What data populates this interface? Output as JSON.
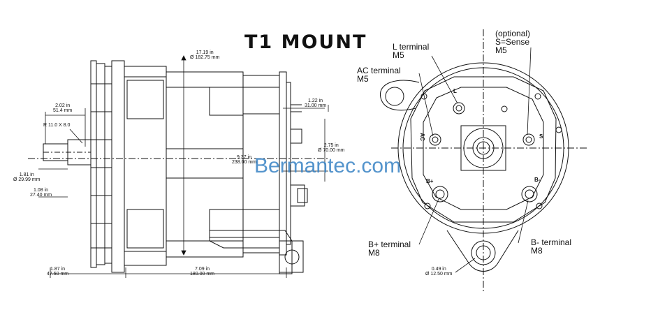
{
  "title": "T1 MOUNT",
  "watermark": "Bermantec.com",
  "dimensions": {
    "d_1719": {
      "line1": "17.19 in",
      "line2": "Ø 182.75 mm"
    },
    "d_202": {
      "line1": "2.02 in",
      "line2": "51.4 mm"
    },
    "d_r11": {
      "line1": "R 11.0 X 8.0"
    },
    "d_122": {
      "line1": "1.22 in",
      "line2": "31.00 mm"
    },
    "d_275": {
      "line1": "2.75 in",
      "line2": "Ø 70.00 mm"
    },
    "d_937": {
      "line1": "9.37 in",
      "line2": "238.00 mm"
    },
    "d_181": {
      "line1": "1.81 in",
      "line2": "Ø 29.99 mm"
    },
    "d_108": {
      "line1": "1.08 in",
      "line2": "27.40 mm"
    },
    "d_187": {
      "line1": "1.87 in",
      "line2": "47.50 mm"
    },
    "d_709": {
      "line1": "7.09 in",
      "line2": "180.00 mm"
    },
    "d_049": {
      "line1": "0.49 in",
      "line2": "Ø 12.50 mm"
    }
  },
  "terminals": {
    "l_terminal": {
      "line1": "L terminal",
      "line2": "M5"
    },
    "s_sense": {
      "line1": "(optional)",
      "line2": "S=Sense",
      "line3": "M5"
    },
    "ac_terminal": {
      "line1": "AC terminal",
      "line2": "M5"
    },
    "b_plus": {
      "line1": "B+ terminal",
      "line2": "M8"
    },
    "b_minus": {
      "line1": "B- terminal",
      "line2": "M8"
    }
  },
  "face_marks": {
    "l": "L",
    "ac": "AC",
    "s": "S",
    "bplus": "B+",
    "bminus": "B-"
  }
}
